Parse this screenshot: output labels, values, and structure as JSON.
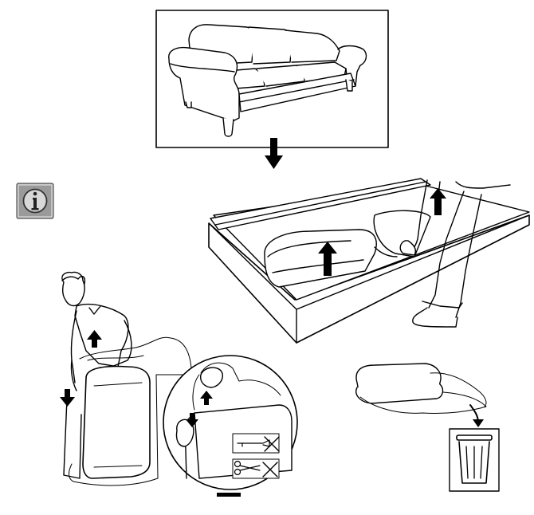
{
  "page": {
    "background": "#ffffff",
    "ink": "#000000",
    "info_badge_fill": "#9a9a9a"
  },
  "figures": [
    {
      "id": "finished-sofa",
      "icon": "sofa-illustration"
    },
    {
      "id": "step-arrow",
      "icon": "arrow-down-icon"
    },
    {
      "id": "info-badge",
      "icon": "info-icon"
    },
    {
      "id": "unpack-box",
      "icon": "open-box-lift-illustration"
    },
    {
      "id": "remove-cover",
      "icon": "man-removing-plastic-illustration"
    },
    {
      "id": "zoom-detail",
      "icon": "no-sharp-tools-icon"
    },
    {
      "id": "discard-plastic",
      "icon": "trash-can-icon"
    }
  ]
}
